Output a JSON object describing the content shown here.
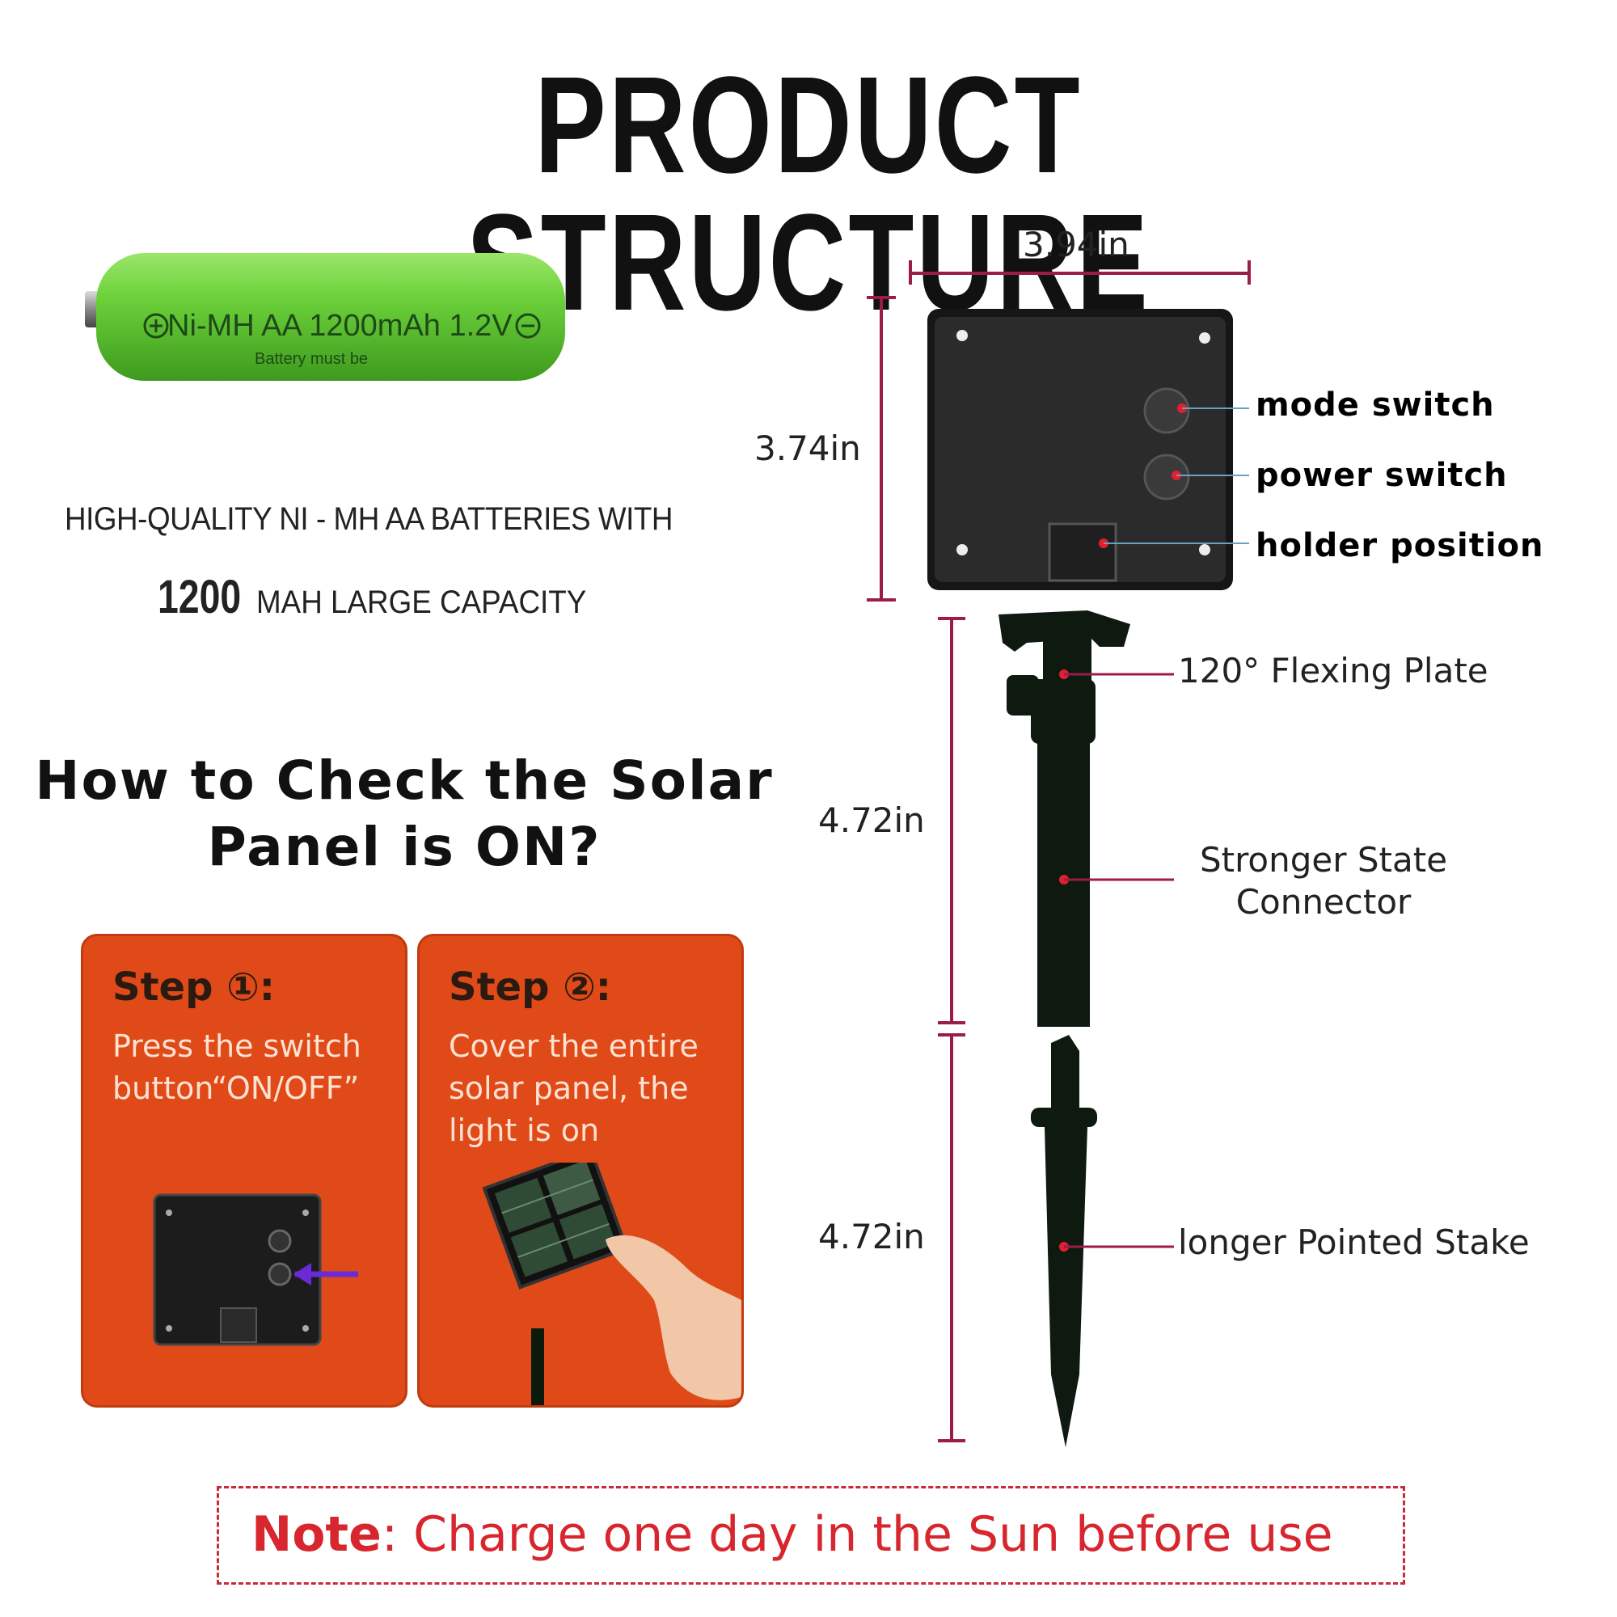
{
  "title": "PRODUCT STRUCTURE",
  "battery": {
    "label": "Ni-MH  AA 1200mAh 1.2V",
    "small_text": "Battery must be",
    "color": "#6cd13a"
  },
  "battery_desc": {
    "line1": "HIGH-QUALITY NI - MH AA BATTERIES WITH",
    "capacity": "1200",
    "line2": "MAH LARGE CAPACITY"
  },
  "howto": {
    "line1": "How to Check the Solar",
    "line2": "Panel is ON?"
  },
  "steps": [
    {
      "title": "Step ①:",
      "line1": "Press the switch",
      "line2": "button“ON/OFF”"
    },
    {
      "title": "Step ②:",
      "line1": "Cover the entire",
      "line2": "solar panel, the",
      "line3": "light is on"
    }
  ],
  "dimensions": {
    "width": "3.94in",
    "height": "3.74in",
    "connector": "4.72in",
    "stake": "4.72in"
  },
  "callouts": {
    "mode_switch": "mode switch",
    "power_switch": "power switch",
    "holder_position": "holder position",
    "flexing_plate": "120°  Flexing Plate",
    "connector_line1": "Stronger State",
    "connector_line2": "Connector",
    "stake": "longer Pointed Stake"
  },
  "note": {
    "key": "Note",
    "text": ": Charge one day in the Sun before use"
  },
  "colors": {
    "card": "#e04a18",
    "dimension_line": "#9b1c4a",
    "note": "#d8262f"
  }
}
